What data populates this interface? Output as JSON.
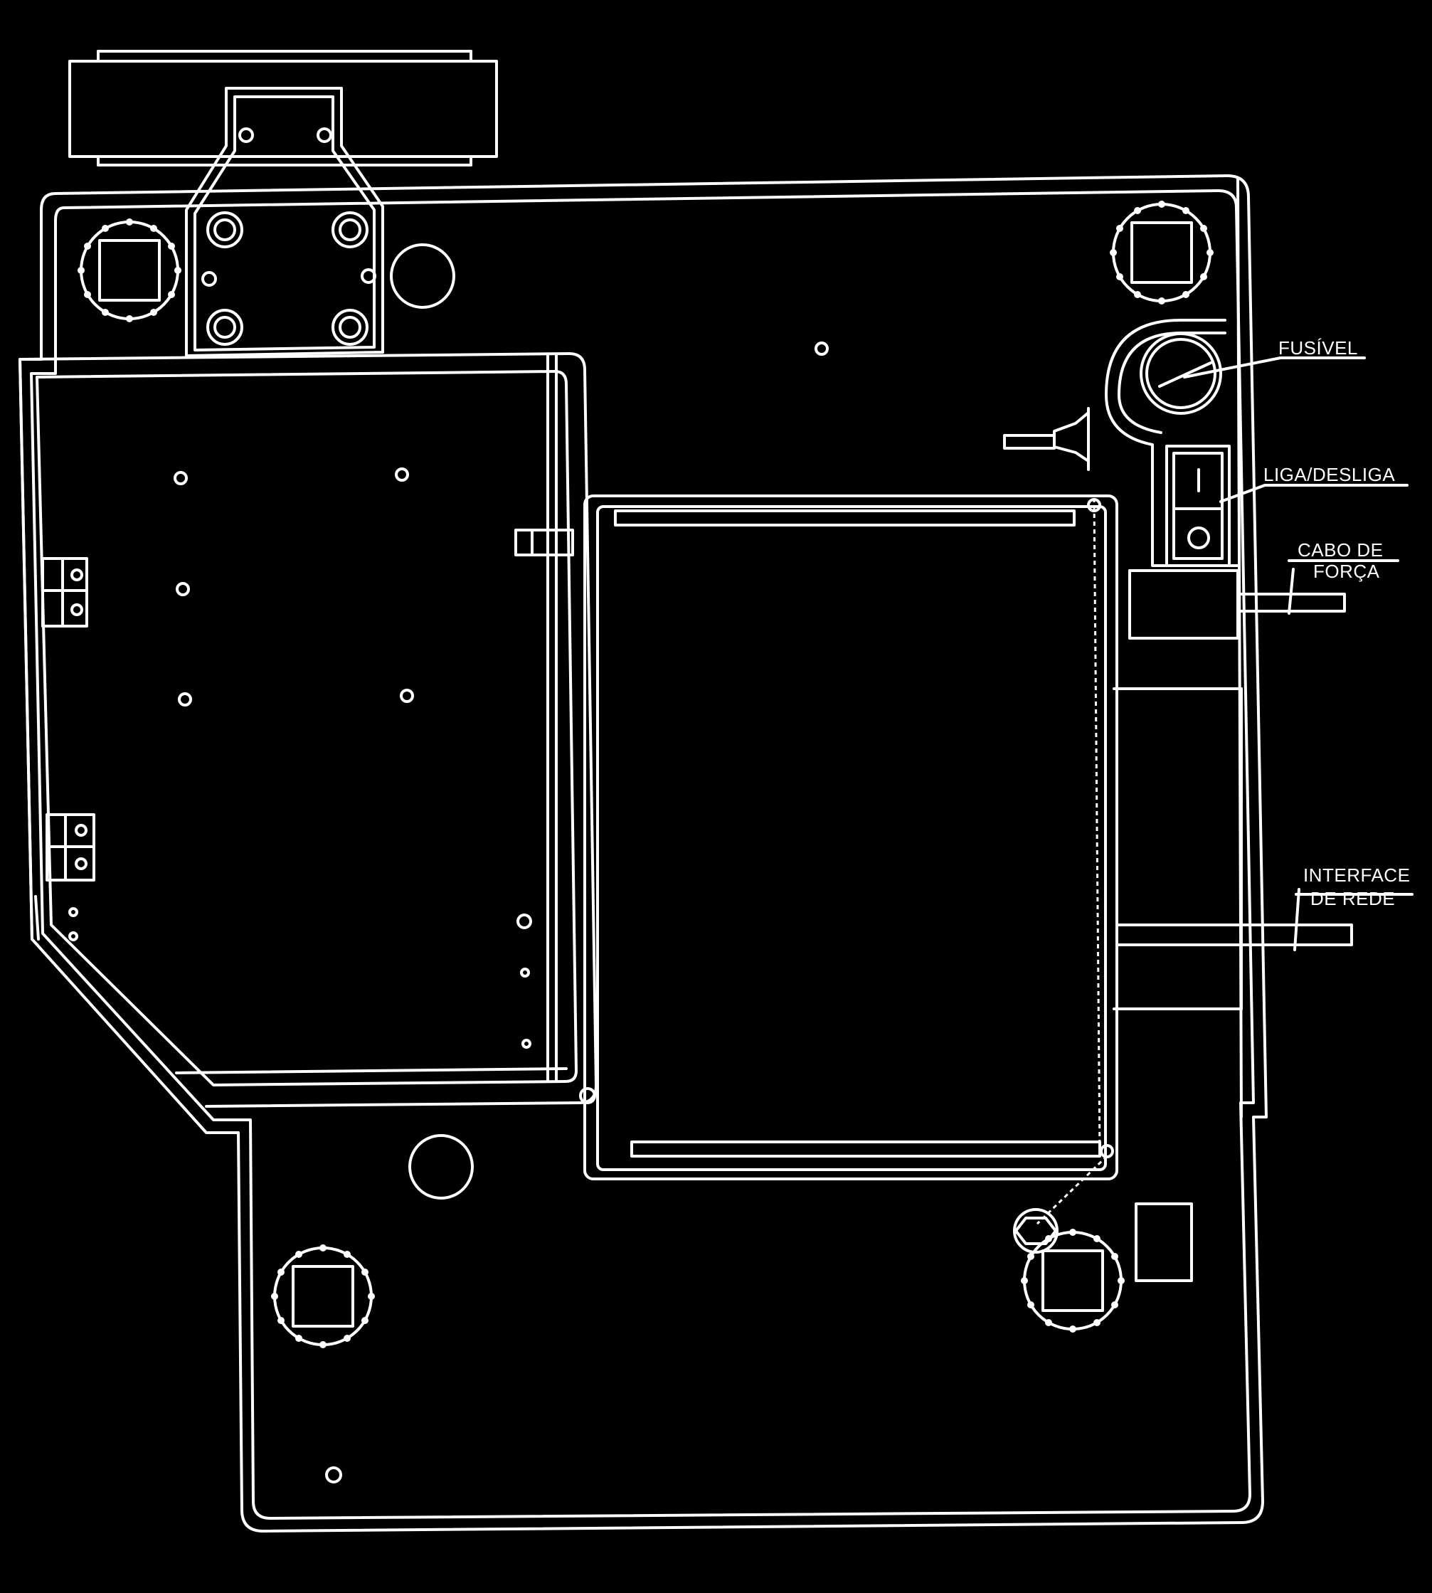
{
  "labels": {
    "fuse": "FUSÍVEL",
    "power_switch": "LIGA/DESLIGA",
    "power_cable_line1": "CABO DE",
    "power_cable_line2": "FORÇA",
    "network_line1": "INTERFACE",
    "network_line2": "DE REDE"
  },
  "switch_symbols": {
    "on": "I",
    "off": "O"
  },
  "colors": {
    "background": "#000000",
    "linework": "#ffffff"
  }
}
